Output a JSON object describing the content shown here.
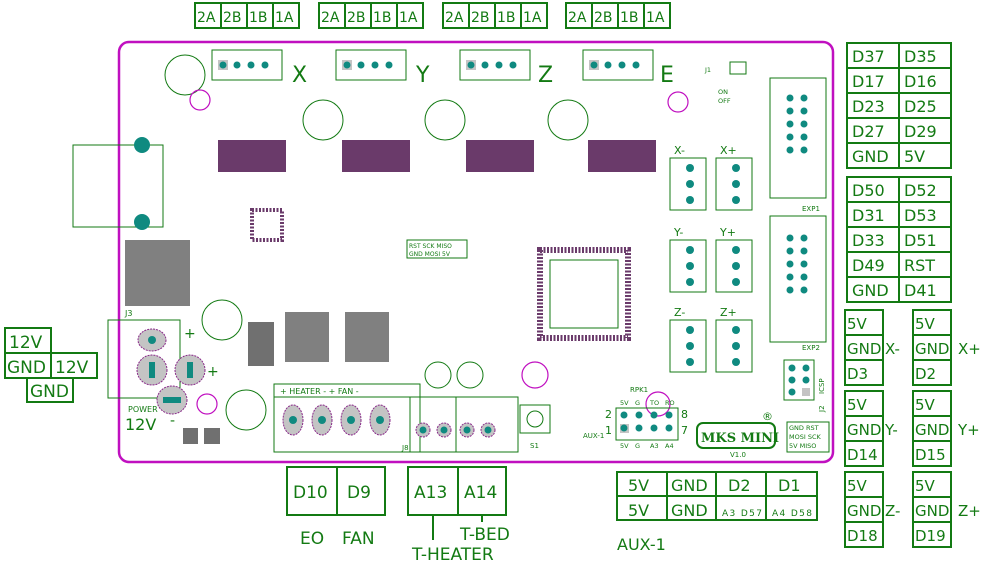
{
  "colors": {
    "silk": "#137a13",
    "board_outline": "#c010c0",
    "pad": "#c4c4c4",
    "hole": "#0f8a80",
    "component": "#6a3a6a"
  },
  "motor_headers": [
    {
      "pins": [
        "2A",
        "2B",
        "1B",
        "1A"
      ],
      "axis": "X"
    },
    {
      "pins": [
        "2A",
        "2B",
        "1B",
        "1A"
      ],
      "axis": "Y"
    },
    {
      "pins": [
        "2A",
        "2B",
        "1B",
        "1A"
      ],
      "axis": "Z"
    },
    {
      "pins": [
        "2A",
        "2B",
        "1B",
        "1A"
      ],
      "axis": "E"
    }
  ],
  "exp1_table": [
    [
      "D37",
      "D35"
    ],
    [
      "D17",
      "D16"
    ],
    [
      "D23",
      "D25"
    ],
    [
      "D27",
      "D29"
    ],
    [
      "GND",
      "5V"
    ]
  ],
  "exp2_table": [
    [
      "D50",
      "D52"
    ],
    [
      "D31",
      "D53"
    ],
    [
      "D33",
      "D51"
    ],
    [
      "D49",
      "RST"
    ],
    [
      "GND",
      "D41"
    ]
  ],
  "endstops": [
    {
      "minus": {
        "label": "X-",
        "pins": [
          "5V",
          "GND",
          "D3"
        ]
      },
      "plus": {
        "label": "X+",
        "pins": [
          "5V",
          "GND",
          "D2"
        ]
      }
    },
    {
      "minus": {
        "label": "Y-",
        "pins": [
          "5V",
          "GND",
          "D14"
        ]
      },
      "plus": {
        "label": "Y+",
        "pins": [
          "5V",
          "GND",
          "D15"
        ]
      }
    },
    {
      "minus": {
        "label": "Z-",
        "pins": [
          "5V",
          "GND",
          "D18"
        ]
      },
      "plus": {
        "label": "Z+",
        "pins": [
          "5V",
          "GND",
          "D19"
        ]
      }
    }
  ],
  "power": {
    "cells": [
      "12V",
      "GND",
      "12V",
      "GND"
    ],
    "board_label": "POWER",
    "board_voltage": "12V",
    "connector": "J3"
  },
  "outputs": {
    "cells": [
      "D10",
      "D9"
    ],
    "labels": [
      "EO",
      "FAN"
    ],
    "silk": "+ HEATER -  + FAN -"
  },
  "thermistors": {
    "cells": [
      "A13",
      "A14"
    ],
    "heater_label": "T-HEATER",
    "bed_label": "T-BED"
  },
  "aux1": {
    "row1": [
      "5V",
      "GND",
      "D2",
      "D1"
    ],
    "row2": [
      "5V",
      "GND",
      "A3 D57",
      "A4 D58"
    ],
    "label": "AUX-1",
    "silk_top": [
      "5V",
      "G",
      "TO",
      "RO"
    ],
    "silk_bottom": [
      "5V",
      "G",
      "A3",
      "A4"
    ],
    "pin_numbers": [
      "2",
      "8",
      "1",
      "7"
    ],
    "silk_name": "AUX-1"
  },
  "board": {
    "logo": "MKS MINI",
    "version": "V1.0",
    "registered": "®",
    "exp1": "EXP1",
    "exp2": "EXP2",
    "icsp": "ICSP",
    "j2": "J2",
    "icsp_pins": [
      "GND RST",
      "MOSI SCK",
      "5V MISO"
    ],
    "on_off": [
      "ON",
      "OFF"
    ],
    "s1": "S1",
    "j1": "J1",
    "j8": "J8",
    "endstop_silk": [
      "X-",
      "X+",
      "Y-",
      "Y+",
      "Z-",
      "Z+"
    ],
    "plus": "+",
    "minus": "-",
    "rpk1": "RPK1",
    "isp": [
      "RST SCK MISO",
      "GND MOSI 5V"
    ]
  }
}
